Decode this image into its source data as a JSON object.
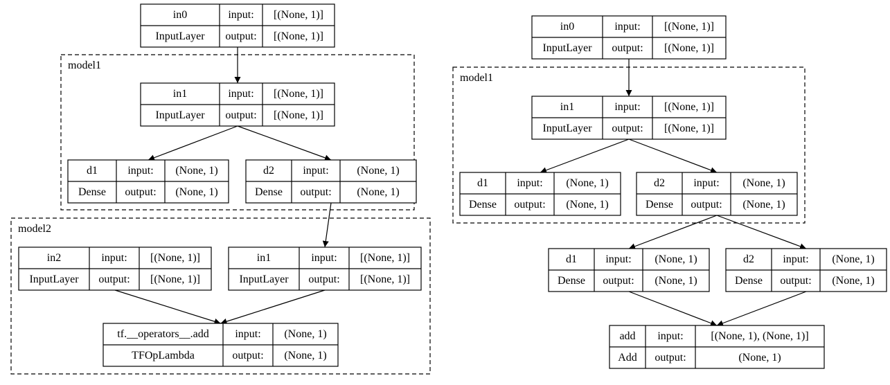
{
  "left_diagram": {
    "clusters": [
      {
        "id": "L_model1",
        "label": "model1"
      },
      {
        "id": "L_model2",
        "label": "model2"
      }
    ],
    "nodes": [
      {
        "id": "L_in0",
        "name": "in0",
        "type": "InputLayer",
        "input_label": "input:",
        "input": "[(None, 1)]",
        "output_label": "output:",
        "output": "[(None, 1)]"
      },
      {
        "id": "L_in1",
        "name": "in1",
        "type": "InputLayer",
        "input_label": "input:",
        "input": "[(None, 1)]",
        "output_label": "output:",
        "output": "[(None, 1)]"
      },
      {
        "id": "L_d1",
        "name": "d1",
        "type": "Dense",
        "input_label": "input:",
        "input": "(None, 1)",
        "output_label": "output:",
        "output": "(None, 1)"
      },
      {
        "id": "L_d2",
        "name": "d2",
        "type": "Dense",
        "input_label": "input:",
        "input": "(None, 1)",
        "output_label": "output:",
        "output": "(None, 1)"
      },
      {
        "id": "L_in2",
        "name": "in2",
        "type": "InputLayer",
        "input_label": "input:",
        "input": "[(None, 1)]",
        "output_label": "output:",
        "output": "[(None, 1)]"
      },
      {
        "id": "L_in1b",
        "name": "in1",
        "type": "InputLayer",
        "input_label": "input:",
        "input": "[(None, 1)]",
        "output_label": "output:",
        "output": "[(None, 1)]"
      },
      {
        "id": "L_add",
        "name": "tf.__operators__.add",
        "type": "TFOpLambda",
        "input_label": "input:",
        "input": "(None, 1)",
        "output_label": "output:",
        "output": "(None, 1)"
      }
    ],
    "edges": [
      {
        "from": "L_in0",
        "to": "L_in1"
      },
      {
        "from": "L_in1",
        "to": "L_d1"
      },
      {
        "from": "L_in1",
        "to": "L_d2"
      },
      {
        "from": "L_d2",
        "to": "L_in1b"
      },
      {
        "from": "L_in2",
        "to": "L_add"
      },
      {
        "from": "L_in1b",
        "to": "L_add"
      }
    ]
  },
  "right_diagram": {
    "clusters": [
      {
        "id": "R_model1",
        "label": "model1"
      }
    ],
    "nodes": [
      {
        "id": "R_in0",
        "name": "in0",
        "type": "InputLayer",
        "input_label": "input:",
        "input": "[(None, 1)]",
        "output_label": "output:",
        "output": "[(None, 1)]"
      },
      {
        "id": "R_in1",
        "name": "in1",
        "type": "InputLayer",
        "input_label": "input:",
        "input": "[(None, 1)]",
        "output_label": "output:",
        "output": "[(None, 1)]"
      },
      {
        "id": "R_m_d1",
        "name": "d1",
        "type": "Dense",
        "input_label": "input:",
        "input": "(None, 1)",
        "output_label": "output:",
        "output": "(None, 1)"
      },
      {
        "id": "R_m_d2",
        "name": "d2",
        "type": "Dense",
        "input_label": "input:",
        "input": "(None, 1)",
        "output_label": "output:",
        "output": "(None, 1)"
      },
      {
        "id": "R_d1",
        "name": "d1",
        "type": "Dense",
        "input_label": "input:",
        "input": "(None, 1)",
        "output_label": "output:",
        "output": "(None, 1)"
      },
      {
        "id": "R_d2",
        "name": "d2",
        "type": "Dense",
        "input_label": "input:",
        "input": "(None, 1)",
        "output_label": "output:",
        "output": "(None, 1)"
      },
      {
        "id": "R_add",
        "name": "add",
        "type": "Add",
        "input_label": "input:",
        "input": "[(None, 1), (None, 1)]",
        "output_label": "output:",
        "output": "(None, 1)"
      }
    ],
    "edges": [
      {
        "from": "R_in0",
        "to": "R_in1"
      },
      {
        "from": "R_in1",
        "to": "R_m_d1"
      },
      {
        "from": "R_in1",
        "to": "R_m_d2"
      },
      {
        "from": "R_m_d2",
        "to": "R_d1"
      },
      {
        "from": "R_m_d2",
        "to": "R_d2"
      },
      {
        "from": "R_d1",
        "to": "R_add"
      },
      {
        "from": "R_d2",
        "to": "R_add"
      }
    ]
  }
}
